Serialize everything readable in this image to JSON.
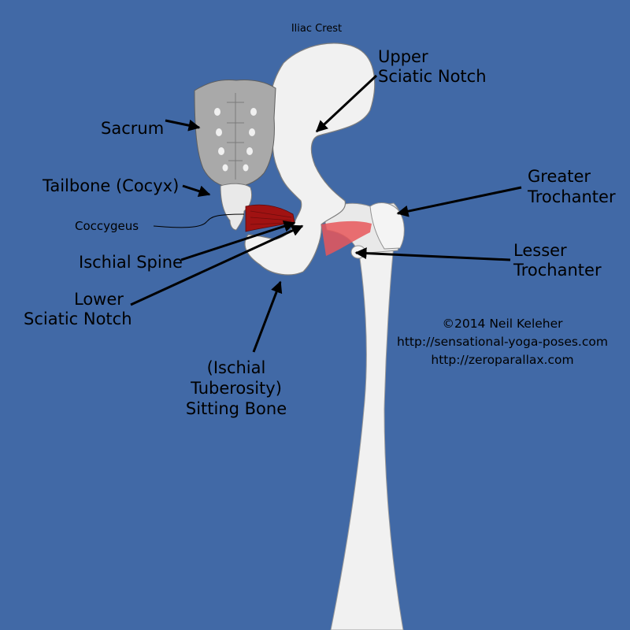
{
  "colors": {
    "background": "#4169a6",
    "bone": "#f1f1f1",
    "sacrum": "#a9a9a9",
    "muscle": "#a01212",
    "muscle_light": "#e8575a",
    "text": "#000000"
  },
  "labels": {
    "iliac_crest": "Iliac Crest",
    "upper_sciatic_notch_l1": "Upper",
    "upper_sciatic_notch_l2": "Sciatic Notch",
    "sacrum": "Sacrum",
    "tailbone": "Tailbone (Cocyx)",
    "coccygeus": "Coccygeus",
    "ischial_spine": "Ischial Spine",
    "lower_sciatic_notch_l1": "Lower",
    "lower_sciatic_notch_l2": "Sciatic Notch",
    "greater_trochanter_l1": "Greater",
    "greater_trochanter_l2": "Trochanter",
    "lesser_trochanter_l1": "Lesser",
    "lesser_trochanter_l2": "Trochanter",
    "sitting_bone_l1": "(Ischial",
    "sitting_bone_l2": "Tuberosity)",
    "sitting_bone_l3": "Sitting Bone"
  },
  "credits": {
    "copyright": "©2014 Neil Keleher",
    "url1": "http://sensational-yoga-poses.com",
    "url2": "http://zeroparallax.com"
  }
}
